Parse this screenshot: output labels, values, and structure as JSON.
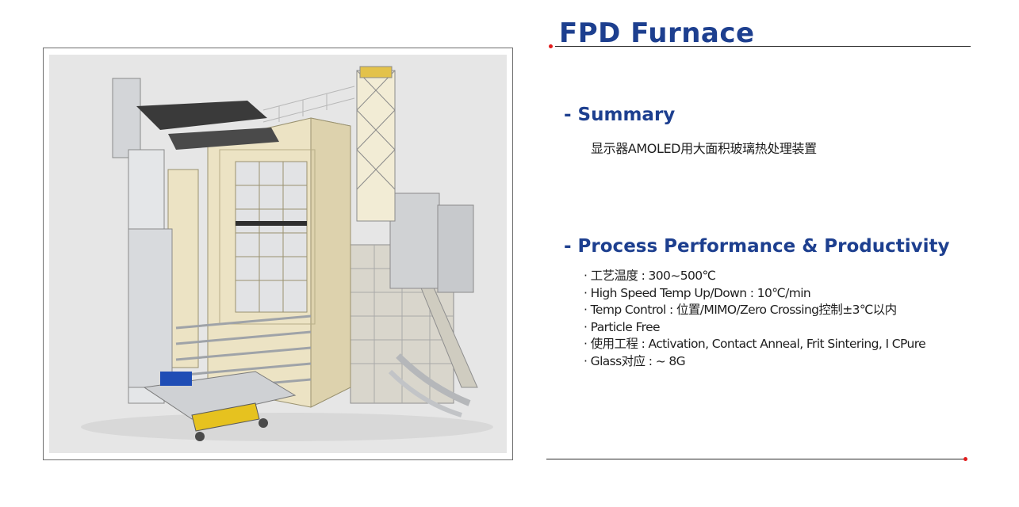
{
  "title": "FPD Furnace",
  "summary": {
    "heading": "- Summary",
    "text": "显示器AMOLED用大面积玻璃热处理装置"
  },
  "performance": {
    "heading": "- Process Performance & Productivity",
    "items": [
      "· 工艺温度 : 300~500℃",
      "· High Speed Temp Up/Down : 10℃/min",
      "· Temp Control : 位置/MIMO/Zero Crossing控制±3℃以内",
      "· Particle Free",
      "· 使用工程 : Activation, Contact Anneal, Frit Sintering, I CPure",
      "· Glass对应 : ~ 8G"
    ]
  },
  "colors": {
    "heading_blue": "#1d3f8f",
    "accent_red": "#e21b1b",
    "machine_cream": "#ece3c4",
    "photo_background": "#e6e6e6"
  }
}
